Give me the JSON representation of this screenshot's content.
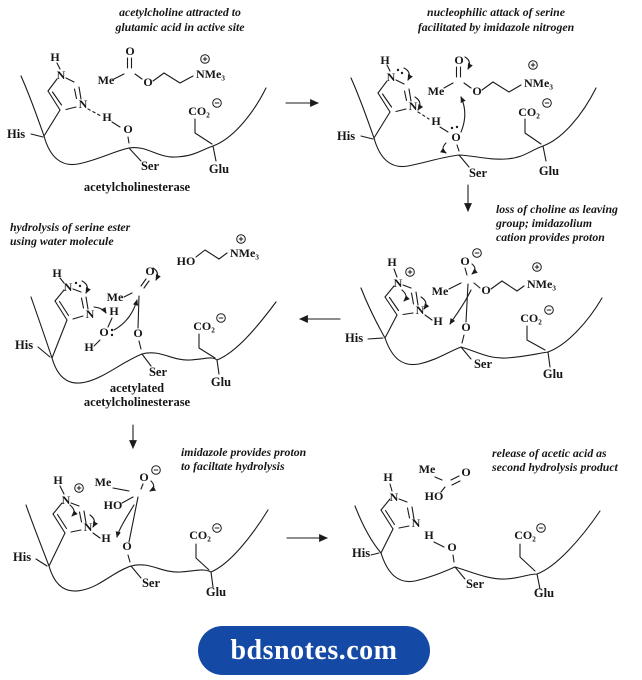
{
  "panels": [
    {
      "caption_lines": [
        "acetylcholine attracted to",
        "glutamic acid in active site"
      ],
      "sublabel": "acetylcholinesterase"
    },
    {
      "caption_lines": [
        "nucleophilic attack of serine",
        "facilitated by imidazole nitrogen"
      ]
    },
    {
      "caption_lines": [
        "loss of choline as leaving",
        "group; imidazolium",
        "cation provides proton"
      ]
    },
    {
      "caption_lines": [
        "hydrolysis of serine ester",
        "using water molecule"
      ],
      "sublabel_lines": [
        "acetylated",
        "acetylcholinesterase"
      ]
    },
    {
      "caption_lines": [
        "imidazole provides proton",
        "to faciltate hydrolysis"
      ]
    },
    {
      "caption_lines": [
        "release of acetic acid as",
        "second hydrolysis product"
      ]
    }
  ],
  "labels": {
    "his": "His",
    "ser": "Ser",
    "glu": "Glu",
    "me": "Me",
    "h": "H",
    "n": "N",
    "o": "O",
    "ho": "HO",
    "nme3": "NMe₃",
    "co2": "CO₂"
  },
  "footer": {
    "text": "bdsnotes.com",
    "bg_color": "#1449a5",
    "text_color": "#ffffff"
  }
}
